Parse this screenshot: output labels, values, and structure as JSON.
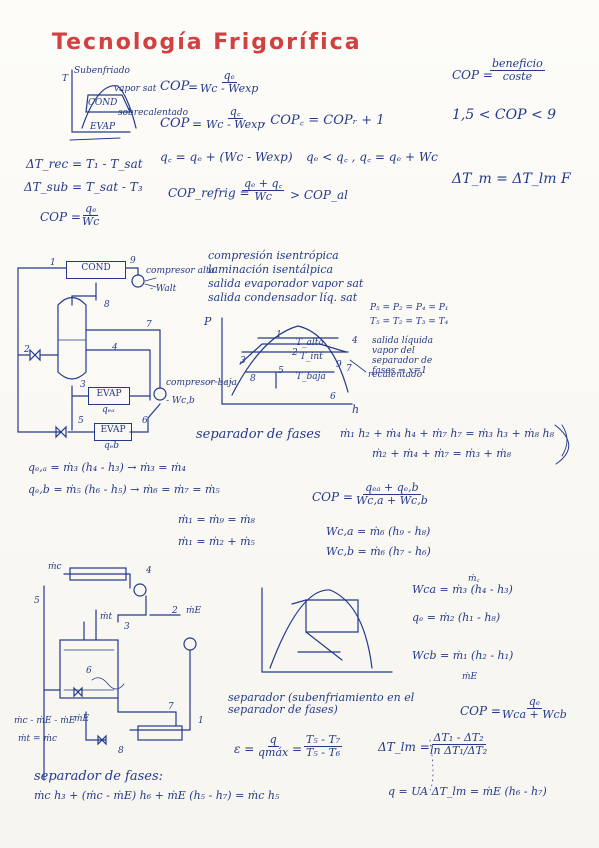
{
  "title": "Tecnología Frigorífica",
  "top": {
    "mini_labels": [
      "Subenfriado",
      "T",
      "COND",
      "EVAP",
      "sobrecalentado",
      "vapor sat"
    ],
    "cop_r_lhs": "COP",
    "cop_r_num": "qₑ",
    "cop_r_den": "Wc - Wexp",
    "cop_c_lhs": "COP",
    "cop_c_num": "q꜀",
    "cop_c_den": "Wc - Wexp",
    "cop_rel": ",  COP꜀ = COPᵣ + 1",
    "cop_gen_lhs": "COP =",
    "cop_gen_num": "beneficio",
    "cop_gen_den": "coste",
    "cop_range": "1,5 < COP < 9",
    "dt_rec": "ΔT_rec = T₁ - T_sat",
    "dt_sub": "ΔT_sub = T_sat - T₃",
    "cop_simple_lhs": "COP =",
    "cop_simple_num": "qₑ",
    "cop_simple_den": "Wc",
    "qc_eq": "q꜀ = qₑ + (Wc - Wexp)",
    "qe_ineq": "qₑ < q꜀ ,  q꜀ = qₑ + Wc",
    "copref_lhs": "COP_refrig =",
    "copref_num": "qₑ + q꜀",
    "copref_den": "Wc",
    "copref_rhs": "> COP_al",
    "dtm": "ΔT_m = ΔT_lm F"
  },
  "cycle1": {
    "cond": "COND",
    "evap1": "EVAP",
    "evap2": "EVAP",
    "compr_alta": "compresor alta",
    "compr_baja": "compresor baja",
    "w_alta": "- Walt",
    "w_baja": "- Wc,b",
    "q_ea": "qₑₐ",
    "q_eb": "qₑb",
    "nodes": [
      "1",
      "9",
      "8",
      "7",
      "4",
      "3",
      "2",
      "5",
      "6"
    ],
    "assumptions": [
      "compresión isentrópica",
      "laminación isentálpica",
      "salida evaporador vapor sat",
      "salida condensador líq. sat"
    ],
    "diag_labels": [
      "P",
      "h",
      "1",
      "2",
      "3",
      "4",
      "5",
      "6",
      "7",
      "8",
      "9",
      "T_alta",
      "T_int",
      "T_baja"
    ],
    "pressure_eq": "P₅ = P₂ = P₄ = P₁",
    "temp_eq": "T₅ = T₂ = T₃ = T₄",
    "note": "salida líquida vapor del separador de fases ⇒ x=1",
    "recalentado": "recalentado",
    "separador": "separador de fases",
    "sep_eq1": "ṁ₁ h₂ + ṁ₄ h₄ + ṁ₇ h₇ = ṁ₃ h₃ + ṁ₈ h₈",
    "sep_eq2": "ṁ₂ + ṁ₄ + ṁ₇ = ṁ₃ + ṁ₈",
    "qea": "qₑ,ₐ = ṁ₃ (h₄ - h₃) → ṁ₃ = ṁ₄",
    "qeb": "qₑ,b = ṁ₅ (h₆ - h₅) → ṁ₆ = ṁ₇ = ṁ₅",
    "m1": "ṁ₁ = ṁ₉ = ṁ₈",
    "m2": "ṁ₁ = ṁ₂ + ṁ₅",
    "cop_lhs": "COP =",
    "cop_num": "qₑₐ + qₑ,b",
    "cop_den": "Wc,a + Wc,b",
    "wca": "Wc,a = ṁ₆ (h₉ - h₈)",
    "wcb": "Wc,b = ṁ₆ (h₇ - h₆)"
  },
  "cycle2": {
    "labels": [
      "ṁc",
      "4",
      "5",
      "ṁt",
      "2",
      "ṁE",
      "3",
      "8",
      "7",
      "1",
      "6",
      "ṁE"
    ],
    "mass_note": "ṁc - ṁE - ṁE",
    "mass_note2": "ṁt = ṁc",
    "wca": "Wca = ṁ₃ (h₄ - h₃)",
    "qe": "qₑ = ṁ₂ (h₁ - h₈)",
    "wcb": "Wcb = ṁ₁ (h₂ - h₁)",
    "m_label": "ṁ꜀",
    "m_label2": "ṁE",
    "separator_note": "separador (subenfriamiento en el separador de fases)",
    "cop_lhs": "COP =",
    "cop_num": "qₑ",
    "cop_den": "Wca + Wcb",
    "eps_lhs": "ε =",
    "eps_num1": "q",
    "eps_den1": "qmáx",
    "eps_num2": "T₅ - T₇",
    "eps_den2": "T₅ - T₆",
    "dtlm_lhs": "ΔT_lm =",
    "dtlm_num": "ΔT₁ - ΔT₂",
    "dtlm_den": "ln ΔT₁/ΔT₂",
    "sep_title": "separador de fases:",
    "sep_eq": "ṁc h₃ + (ṁc - ṁE) h₆ + ṁE (h₅ - h₇) = ṁc h₅",
    "q_eq": "q = UA ΔT_lm = ṁE (h₆ - h₇)"
  }
}
